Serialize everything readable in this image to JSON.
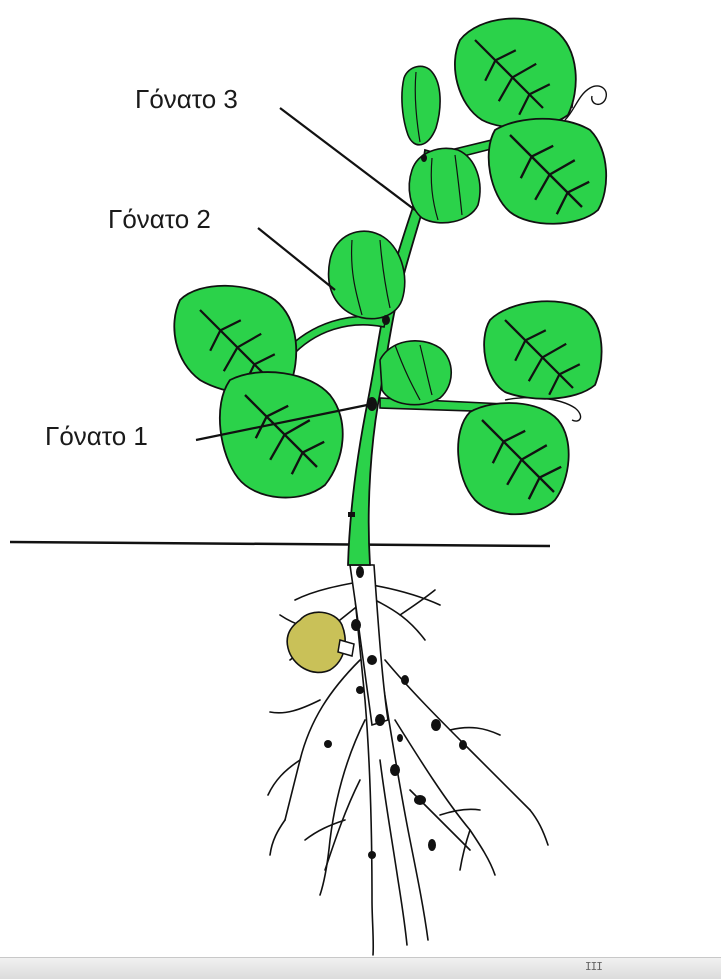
{
  "labels": {
    "node1": "Γόνατο 1",
    "node2": "Γόνατο 2",
    "node3": "Γόνατο 3"
  },
  "status_bar": {
    "grip": "III"
  },
  "colors": {
    "leaf": "#2bd24a",
    "stem": "#2bd24a",
    "outline": "#111111",
    "seed": "#c9c158",
    "nodule": "#111111"
  }
}
